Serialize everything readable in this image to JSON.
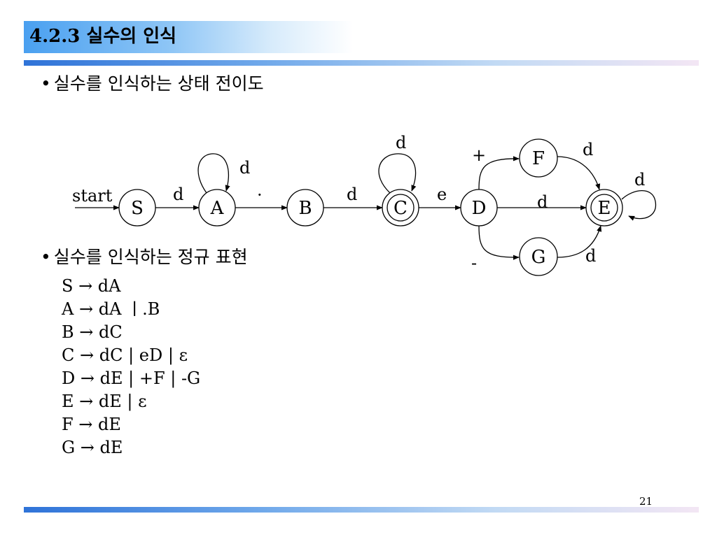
{
  "title": "4.2.3 실수의 인식",
  "bullet1": "실수를 인식하는 상태 전이도",
  "bullet2": "실수를 인식하는 정규 표현",
  "bullet_symbol": "•",
  "diagram": {
    "start_label": "start",
    "states": {
      "S": "S",
      "A": "A",
      "B": "B",
      "C": "C",
      "D": "D",
      "E": "E",
      "F": "F",
      "G": "G"
    },
    "edge_labels": {
      "s_a": "d",
      "a_loop": "d",
      "a_b": "·",
      "b_c": "d",
      "c_loop": "d",
      "c_d": "e",
      "d_f": "+",
      "d_g": "-",
      "d_e": "d",
      "f_e": "d",
      "g_e": "d",
      "e_loop": "d"
    }
  },
  "grammar": [
    "S → dA",
    "A → dA ㅣ.B",
    "B → dC",
    "C → dC | eD | ε",
    "D → dE | +F | -G",
    "E → dE | ε",
    "F → dE",
    "G → dE"
  ],
  "page_number": "21"
}
